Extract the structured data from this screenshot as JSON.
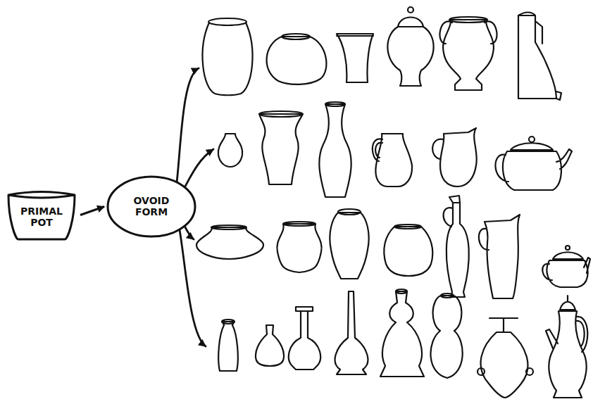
{
  "diagram": {
    "nodes": [
      {
        "text": [
          "PRIMAL POT"
        ]
      },
      {
        "text": [
          "OVOID FORM"
        ]
      }
    ],
    "edges": [
      {
        "from": 0,
        "to": 1,
        "arrow": "to"
      }
    ]
  }
}
